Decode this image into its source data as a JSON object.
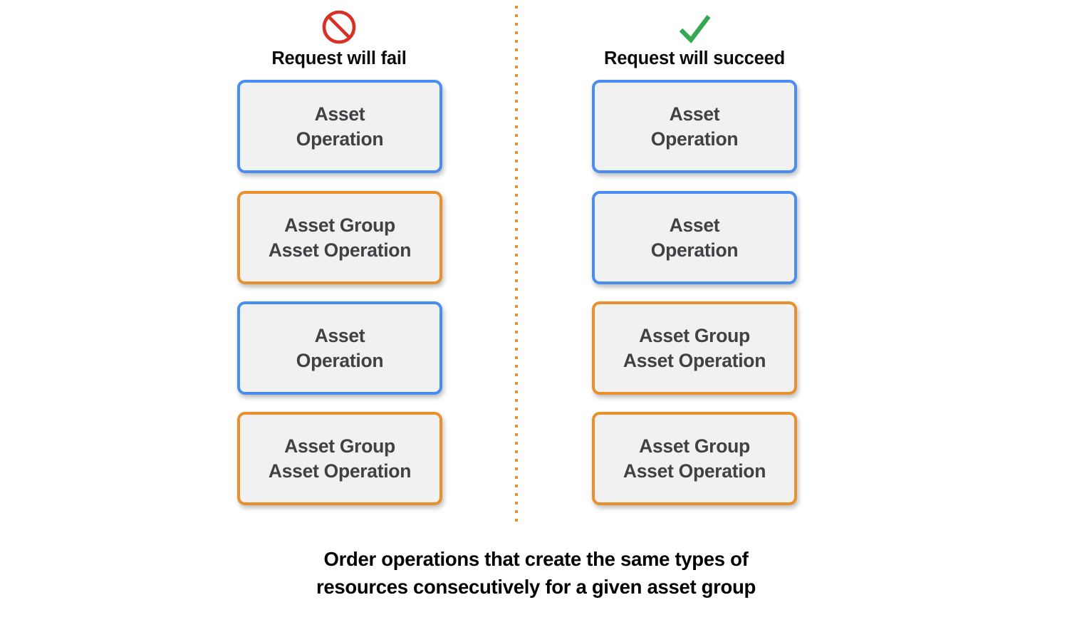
{
  "colors": {
    "blue": "#4a8df0",
    "orange": "#e8912c",
    "fail_red": "#d93025",
    "success_green": "#34a853",
    "box_fill": "#f1f1f1",
    "box_text": "#3f4144",
    "heading_text": "#0b0b0b",
    "caption_text": "#000000"
  },
  "columns": [
    {
      "id": "fail",
      "icon": "prohibition-icon",
      "label": "Request will fail",
      "boxes": [
        {
          "type": "asset-operation",
          "variant": "blue",
          "text": "Asset\nOperation"
        },
        {
          "type": "asset-group-operation",
          "variant": "orange",
          "text": "Asset Group\nAsset Operation"
        },
        {
          "type": "asset-operation",
          "variant": "blue",
          "text": "Asset\nOperation"
        },
        {
          "type": "asset-group-operation",
          "variant": "orange",
          "text": "Asset Group\nAsset Operation"
        }
      ]
    },
    {
      "id": "succeed",
      "icon": "checkmark-icon",
      "label": "Request will succeed",
      "boxes": [
        {
          "type": "asset-operation",
          "variant": "blue",
          "text": "Asset\nOperation"
        },
        {
          "type": "asset-operation",
          "variant": "blue",
          "text": "Asset\nOperation"
        },
        {
          "type": "asset-group-operation",
          "variant": "orange",
          "text": "Asset Group\nAsset Operation"
        },
        {
          "type": "asset-group-operation",
          "variant": "orange",
          "text": "Asset Group\nAsset Operation"
        }
      ]
    }
  ],
  "caption": "Order operations that create the same types of\nresources consecutively for a given asset group"
}
